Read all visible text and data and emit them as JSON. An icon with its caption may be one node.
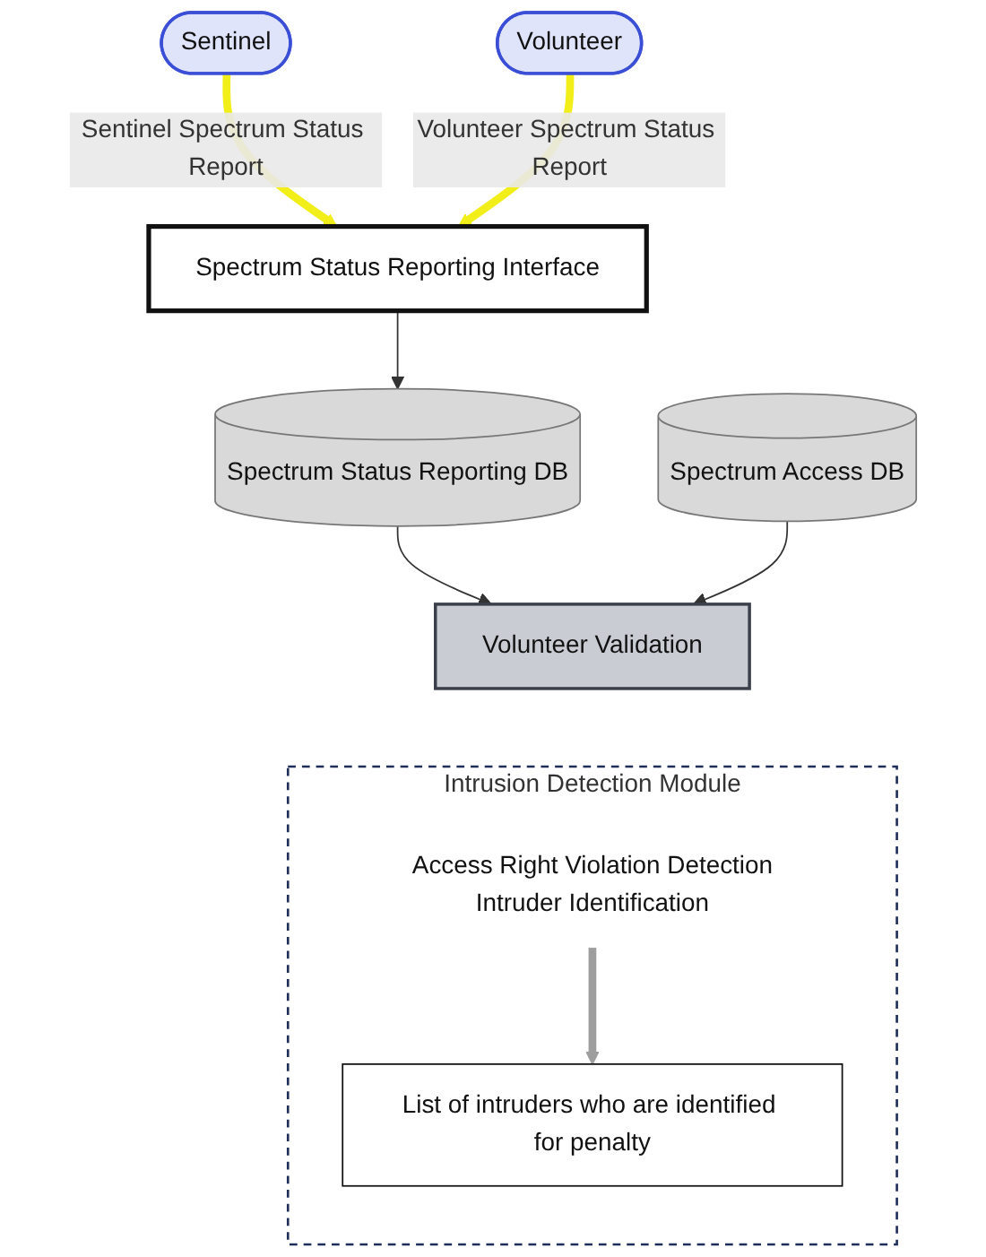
{
  "diagram": {
    "nodes": [
      {
        "text": [
          "Sentinel"
        ]
      },
      {
        "text": [
          "Spectrum Status Reporting DB"
        ]
      },
      {
        "text": [
          "Spectrum Status Reporting Interface"
        ]
      },
      {
        "text": [
          "Volunteer"
        ]
      },
      {
        "text": [
          "Volunteer Validation"
        ]
      },
      {
        "text": [
          "Spectrum Access DB"
        ]
      },
      {
        "text": [
          "Intrusion Detection Module"
        ]
      },
      {
        "text": [
          "Access Right Violation Detection",
          "Intruder Identification"
        ],
        "in": 6
      },
      {
        "text": [
          "List of intruders who are identified for penalty"
        ],
        "in": 6
      }
    ],
    "edges": [
      {
        "from": 0,
        "to": 2,
        "arrow": "to",
        "label": "Sentinel Spectrum Status Report",
        "style": "thick",
        "color": "#f2ee1a"
      },
      {
        "from": 3,
        "to": 2,
        "arrow": "to",
        "label": "Volunteer Spectrum Status Report",
        "style": "thick",
        "color": "#f2ee1a"
      },
      {
        "from": 2,
        "to": 1,
        "arrow": "to"
      },
      {
        "from": 1,
        "to": 4,
        "arrow": "to"
      },
      {
        "from": 5,
        "to": 4,
        "arrow": "to"
      },
      {
        "from": 7,
        "to": 8,
        "arrow": "to",
        "style": "thick",
        "color": "#9e9e9e"
      }
    ]
  }
}
